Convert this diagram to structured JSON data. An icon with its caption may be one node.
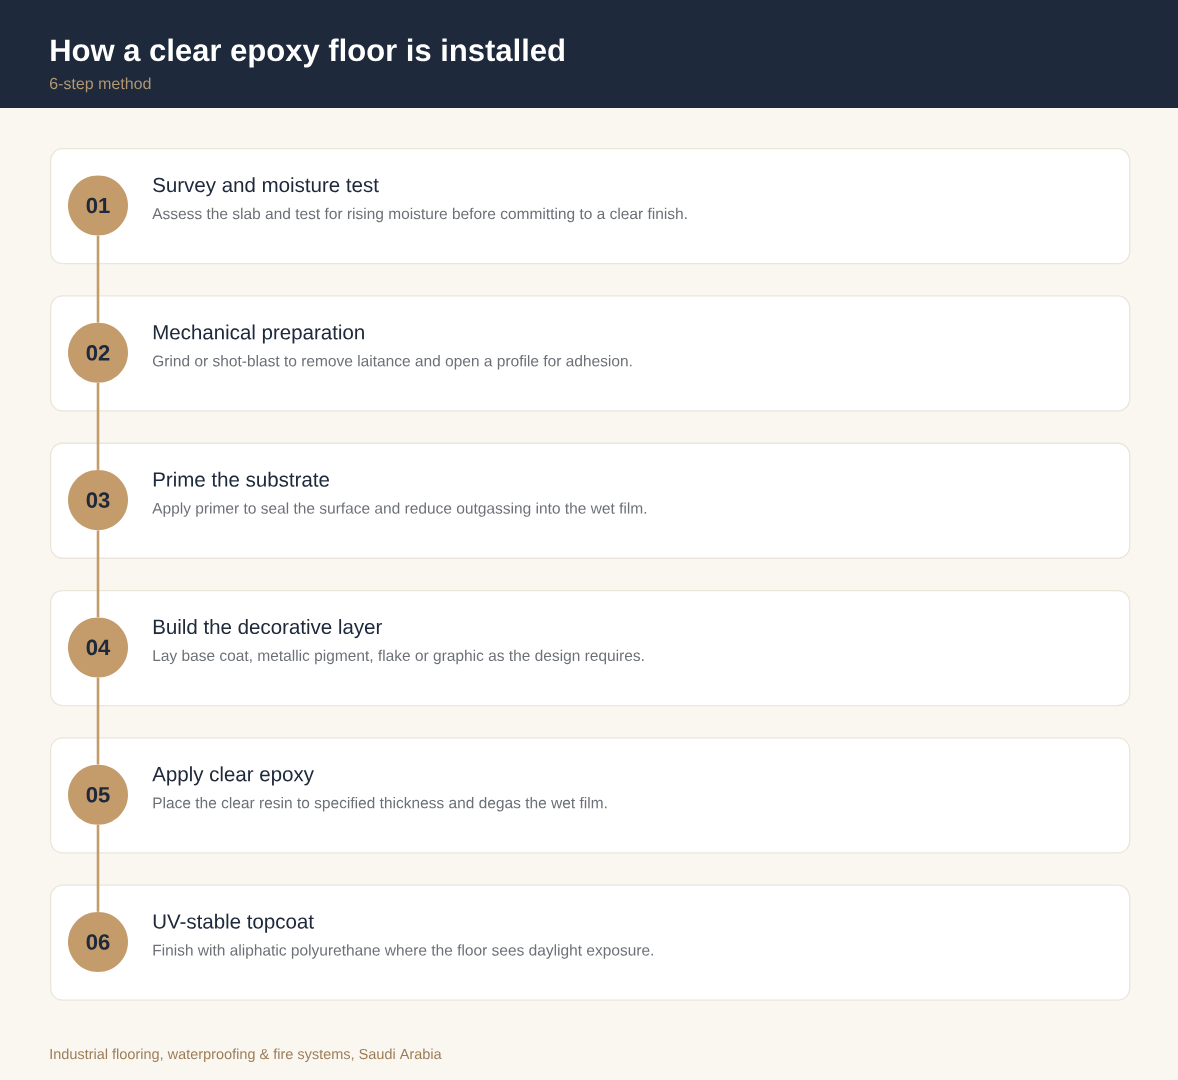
{
  "diagram": {
    "title": "How a clear epoxy floor is installed",
    "nodes": [
      {
        "text": [
          "Survey and moisture test",
          "Assess the slab and test for rising moisture before committing to a clear finish."
        ]
      },
      {
        "text": [
          "01"
        ],
        "in": 0
      },
      {
        "text": [
          "Mechanical preparation",
          "Grind or shot-blast to remove laitance and open a profile for adhesion."
        ]
      },
      {
        "text": [
          "02"
        ],
        "in": 2
      },
      {
        "text": [
          "Prime the substrate",
          "Apply primer to seal the surface and reduce outgassing into the wet film."
        ]
      },
      {
        "text": [
          "03"
        ],
        "in": 4
      },
      {
        "text": [
          "Build the decorative layer",
          "Lay base coat, metallic pigment, flake or graphic as the design requires."
        ]
      },
      {
        "text": [
          "04"
        ],
        "in": 6
      },
      {
        "text": [
          "Apply clear epoxy",
          "Place the clear resin to specified thickness and degas the wet film."
        ]
      },
      {
        "text": [
          "05"
        ],
        "in": 8
      },
      {
        "text": [
          "UV-stable topcoat",
          "Finish with aliphatic polyurethane where the floor sees daylight exposure."
        ]
      },
      {
        "text": [
          "06"
        ],
        "in": 10
      }
    ],
    "edges": [
      {
        "from": 1,
        "to": 3,
        "arrow": "none"
      },
      {
        "from": 3,
        "to": 5,
        "arrow": "none"
      },
      {
        "from": 5,
        "to": 7,
        "arrow": "none"
      },
      {
        "from": 7,
        "to": 9,
        "arrow": "none"
      },
      {
        "from": 9,
        "to": 11,
        "arrow": "none"
      }
    ],
    "labels": [
      "6-step method",
      "Industrial flooring, waterproofing & fire systems, Saudi Arabia"
    ]
  }
}
